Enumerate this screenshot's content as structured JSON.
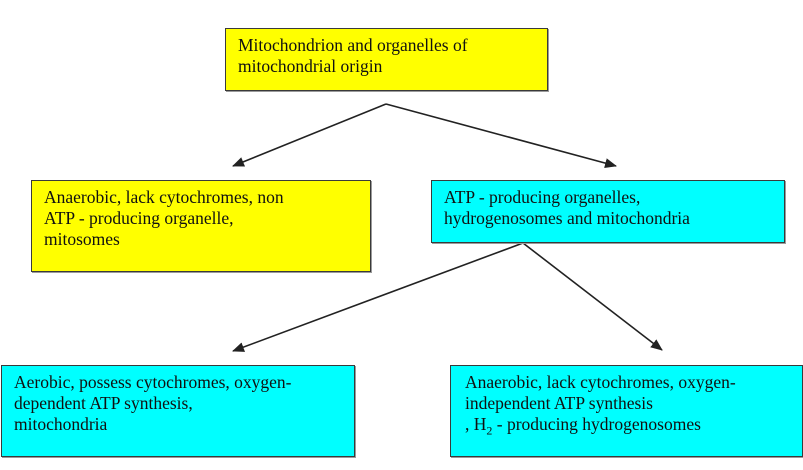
{
  "diagram": {
    "colors": {
      "yellow": "#ffff00",
      "cyan": "#00ffff",
      "border": "#3a3a3a",
      "arrow": "#222222"
    },
    "nodes": {
      "root": {
        "text": "Mitochondrion and organelles of\nmitochondrial origin",
        "fill": "yellow"
      },
      "mitosomes": {
        "text": "Anaerobic, lack cytochromes, non\nATP - producing organelle,\nmitosomes",
        "fill": "yellow"
      },
      "atp_producing": {
        "text": "ATP - producing organelles,\nhydrogenosomes and mitochondria",
        "fill": "cyan"
      },
      "aerobic": {
        "text": "Aerobic, possess cytochromes, oxygen-\ndependent ATP synthesis,\nmitochondria",
        "fill": "cyan"
      },
      "anaerobic": {
        "line1": "Anaerobic, lack cytochromes, oxygen-",
        "line2": "independent ATP synthesis",
        "line3_prefix": ", H",
        "line3_sub": "2",
        "line3_suffix": " - producing hydrogenosomes",
        "fill": "cyan"
      }
    },
    "edges": [
      {
        "from": "root",
        "to": "mitosomes"
      },
      {
        "from": "root",
        "to": "atp_producing"
      },
      {
        "from": "atp_producing",
        "to": "aerobic"
      },
      {
        "from": "atp_producing",
        "to": "anaerobic"
      }
    ]
  }
}
